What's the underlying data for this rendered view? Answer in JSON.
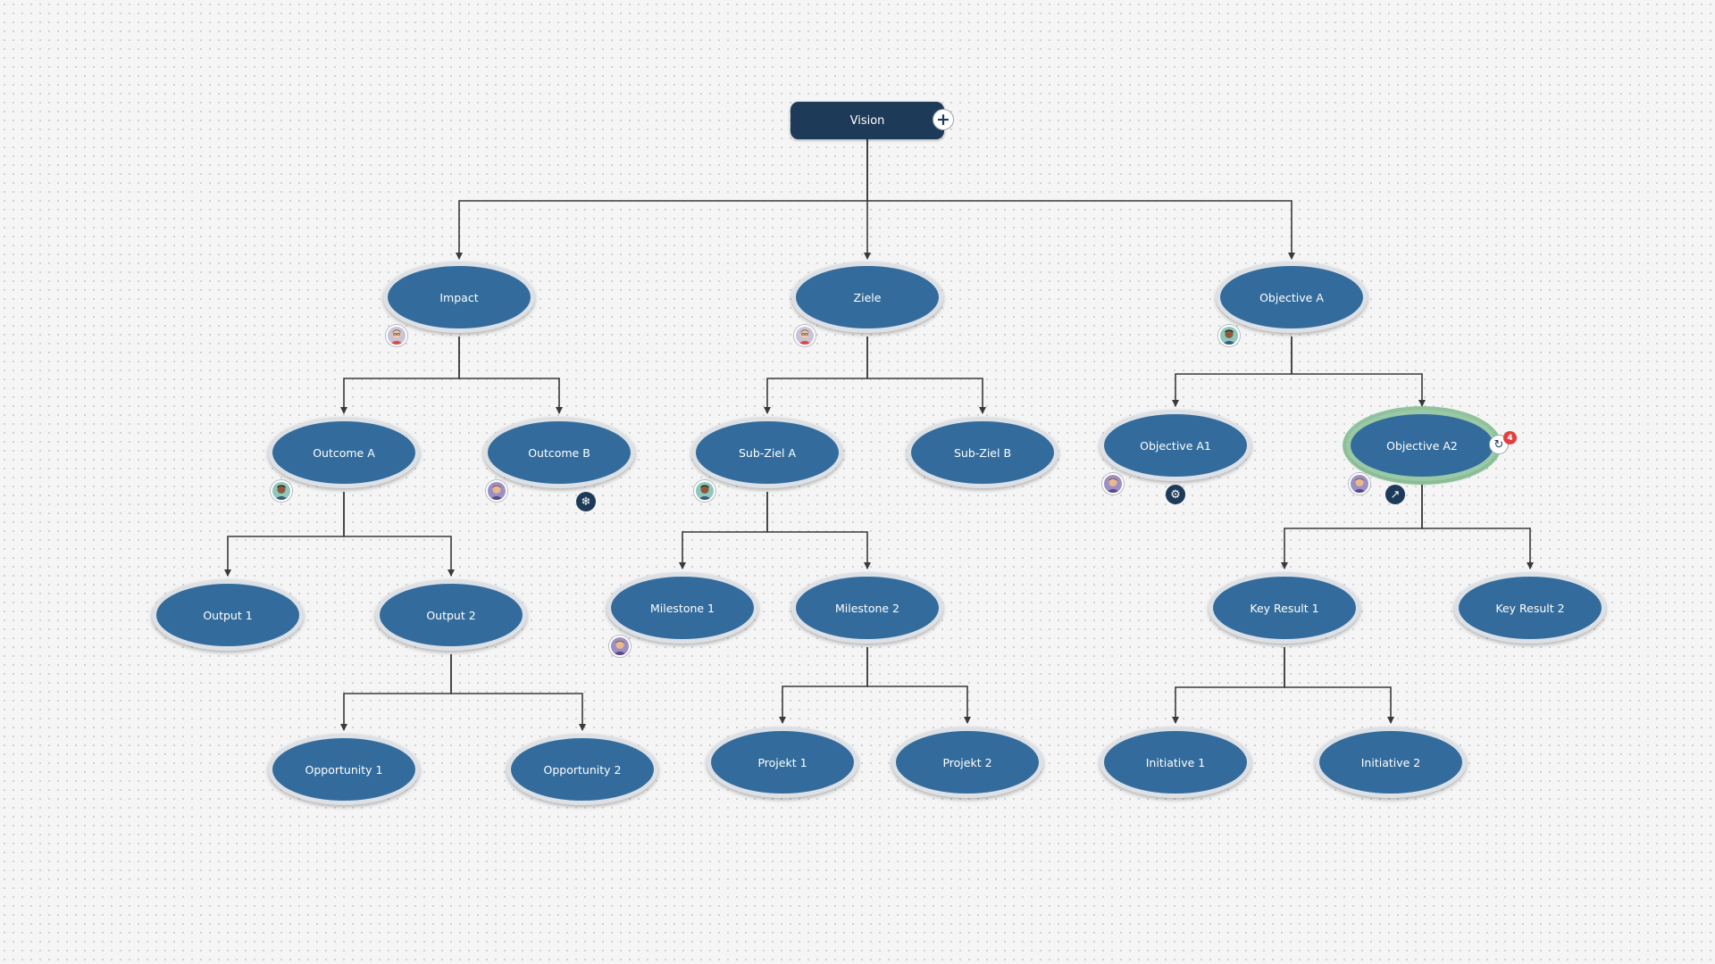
{
  "canvas": {
    "root": {
      "label": "Vision",
      "add_icon": "plus-icon"
    },
    "nodes": {
      "impact": "Impact",
      "ziele": "Ziele",
      "objective_a": "Objective A",
      "outcome_a": "Outcome A",
      "outcome_b": "Outcome B",
      "sub_ziel_a": "Sub-Ziel A",
      "sub_ziel_b": "Sub-Ziel B",
      "objective_a1": "Objective A1",
      "objective_a2": "Objective A2",
      "output_1": "Output 1",
      "output_2": "Output 2",
      "milestone_1": "Milestone 1",
      "milestone_2": "Milestone 2",
      "key_result_1": "Key Result 1",
      "key_result_2": "Key Result 2",
      "opportunity_1": "Opportunity 1",
      "opportunity_2": "Opportunity 2",
      "projekt_1": "Projekt 1",
      "projekt_2": "Projekt 2",
      "initiative_1": "Initiative 1",
      "initiative_2": "Initiative 2"
    },
    "selected_node": "objective_a2",
    "badges": {
      "outcome_b": "snowflake-icon",
      "objective_a1": "gears-icon",
      "objective_a2": "share-icon",
      "objective_a2_action": "refresh-icon",
      "objective_a2_count": "4"
    },
    "colors": {
      "node_fill": "#336c9c",
      "root_fill": "#1d3a58",
      "selection_ring": "#7eba8d",
      "notification": "#e53d3d"
    }
  }
}
